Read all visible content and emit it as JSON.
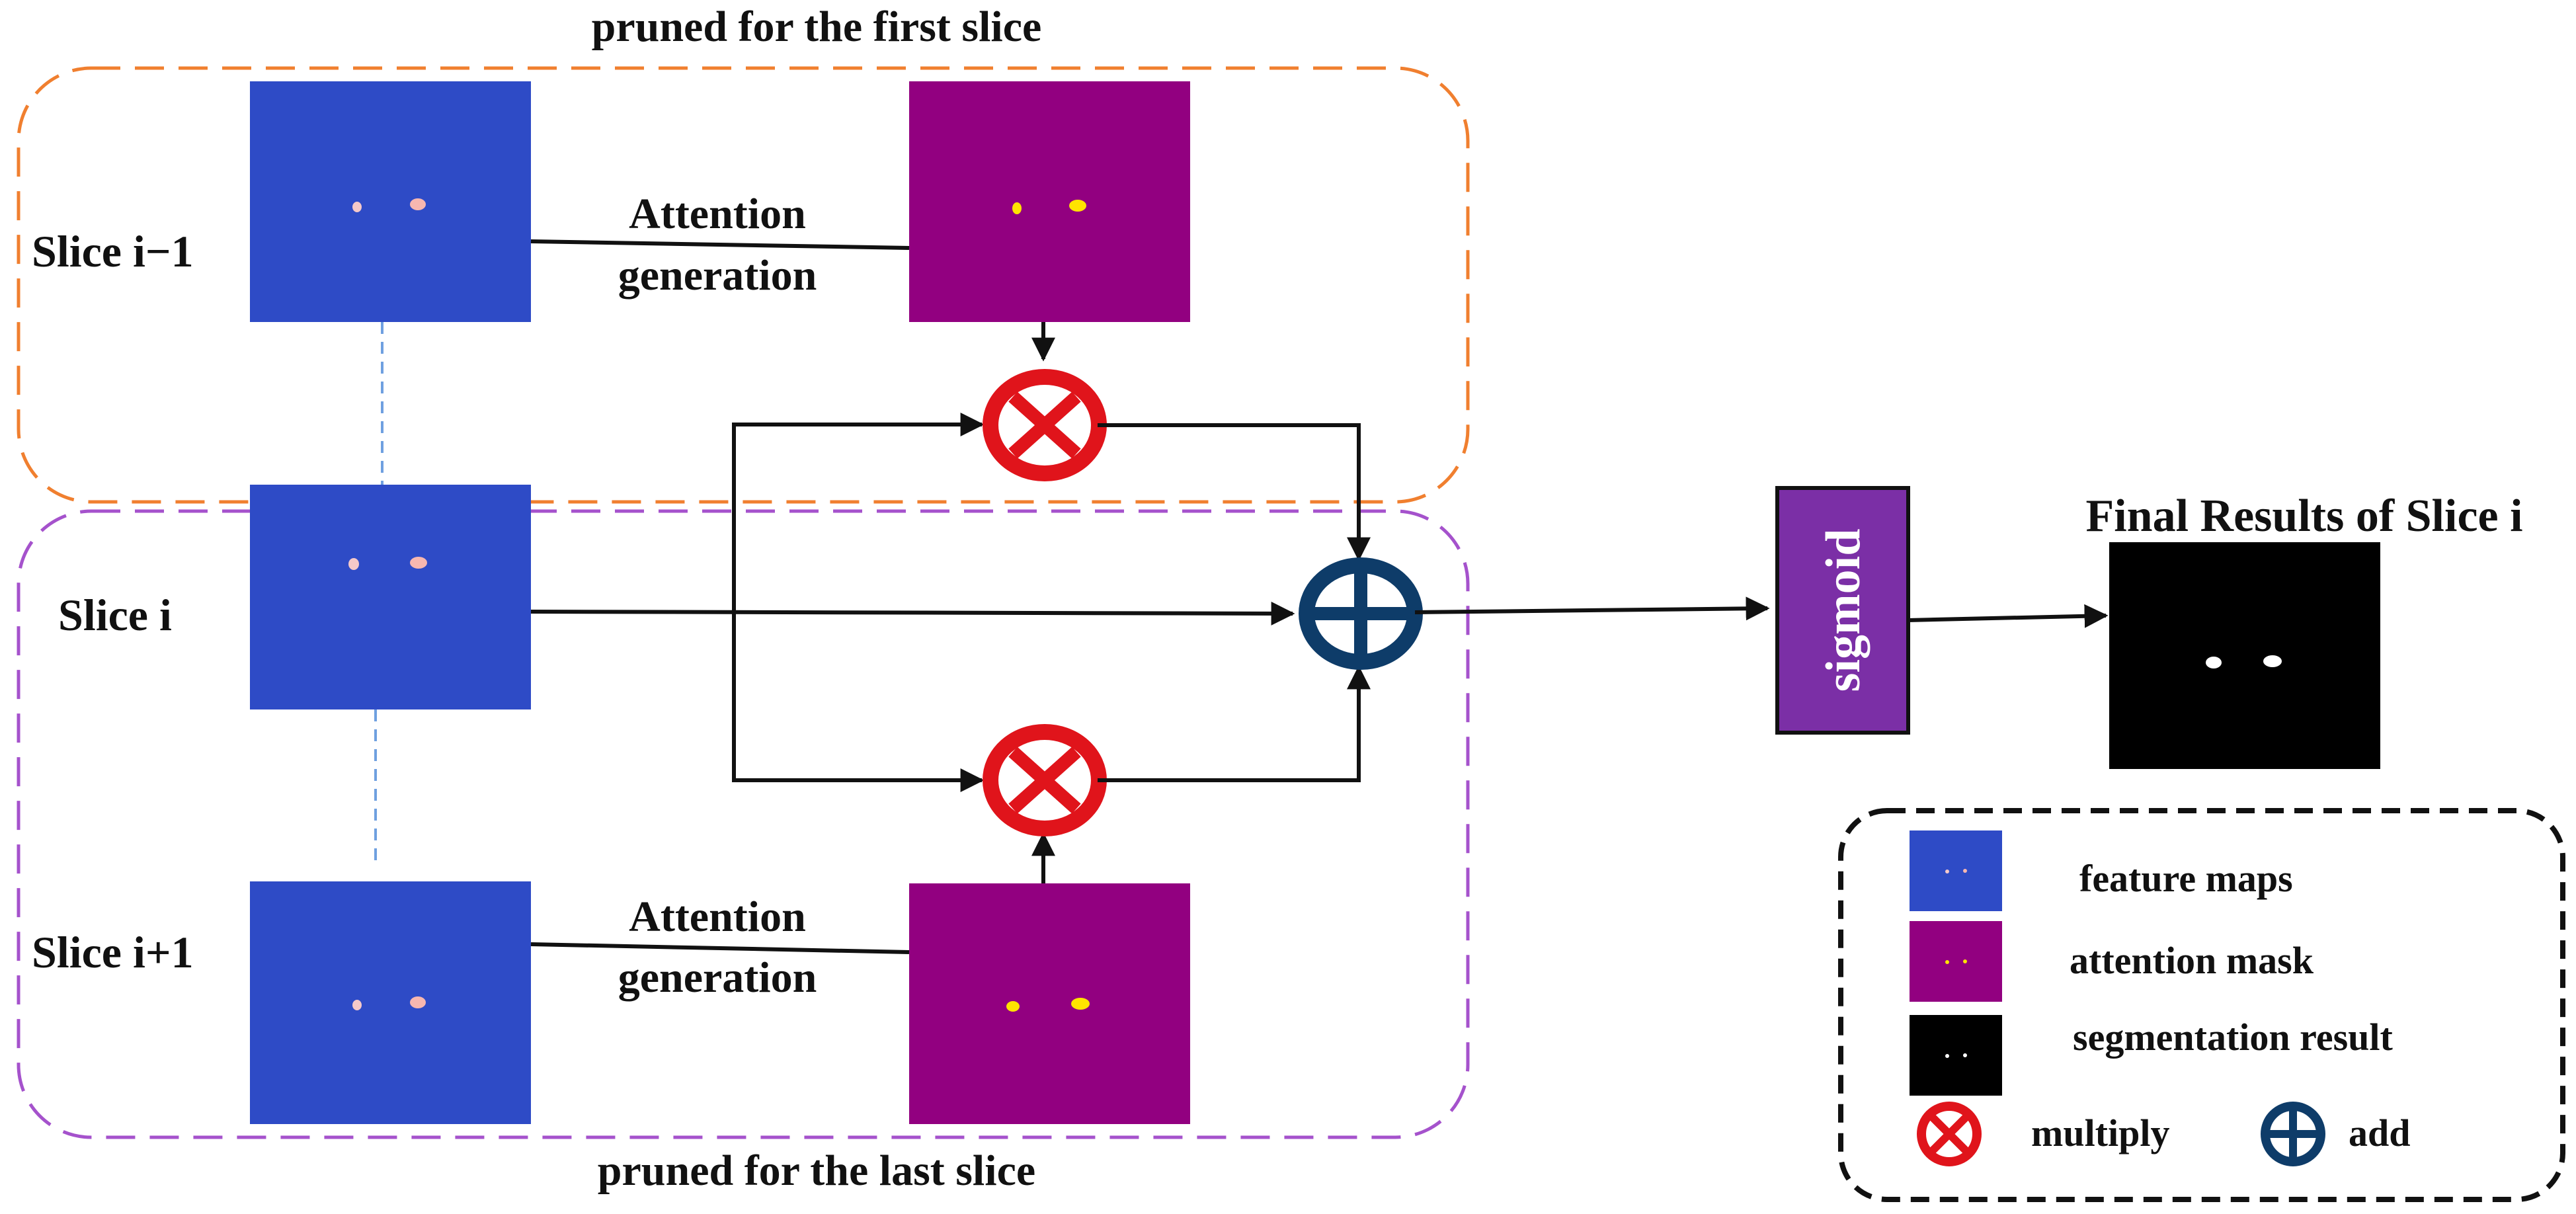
{
  "groups": {
    "top_label": "pruned for the first slice",
    "bottom_label": "pruned for the last slice",
    "top_color": "#F07F2F",
    "bottom_color": "#A552CC"
  },
  "slices": {
    "prev": "Slice i−1",
    "current": "Slice i",
    "next": "Slice i+1"
  },
  "attention": {
    "line1": "Attention",
    "line2": "generation"
  },
  "sigmoid_label": "sigmoid",
  "final_results_title": "Final Results of Slice i",
  "legend": {
    "feature_maps": "feature maps",
    "attention_mask": "attention mask",
    "segmentation_result": "segmentation result",
    "multiply": "multiply",
    "add": "add"
  },
  "colors": {
    "feature_map": "#2E4BC6",
    "attention_mask": "#920080",
    "segmentation": "#000000",
    "sigmoid": "#7B2FA6",
    "multiply": "#E0141B",
    "add": "#0E3C69",
    "hot_spot": "#FFE400"
  }
}
